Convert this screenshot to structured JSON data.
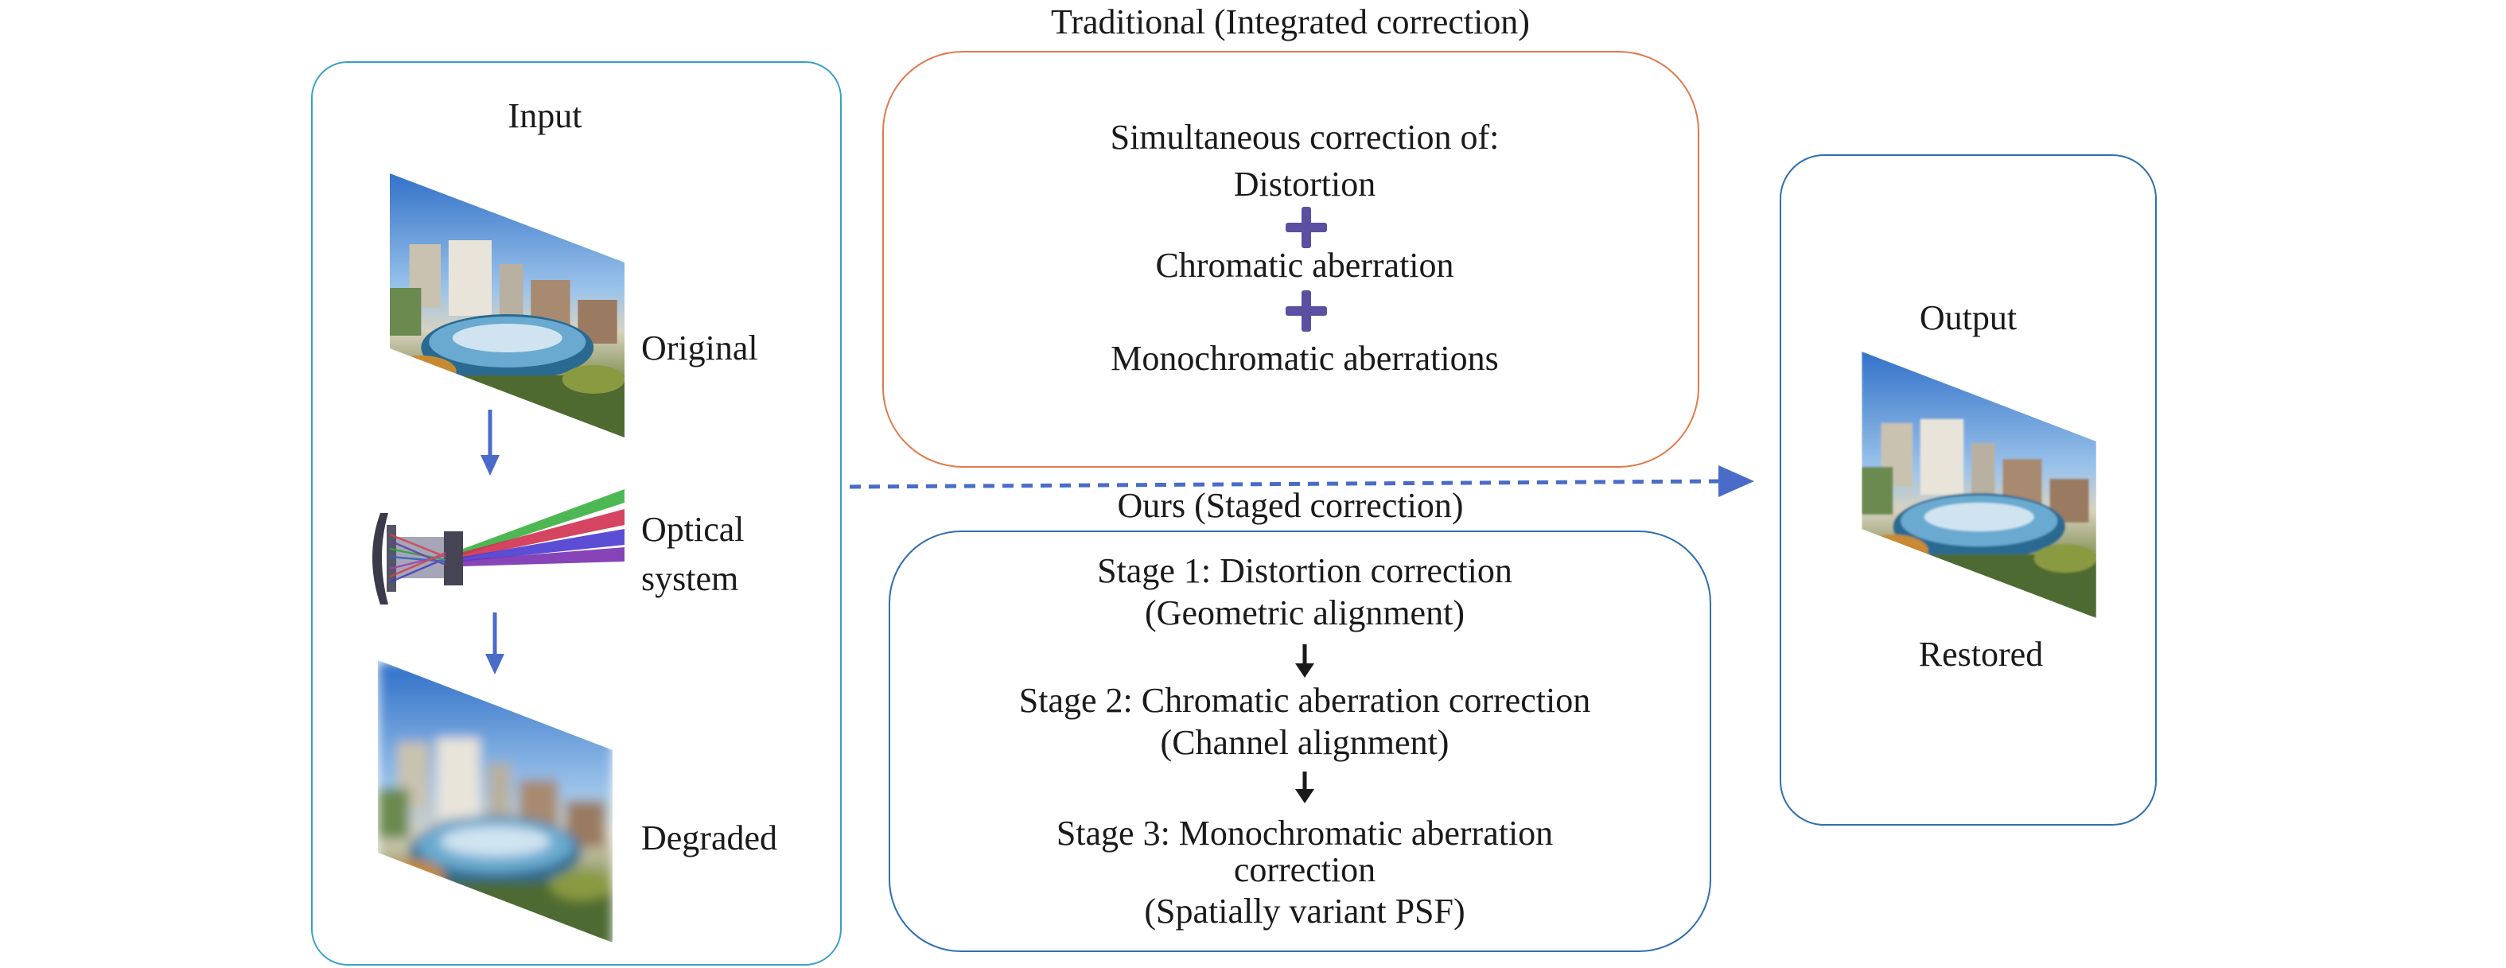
{
  "input_panel": {
    "title": "Input",
    "original_label": "Original",
    "optical_label_line1": "Optical",
    "optical_label_line2": "system",
    "degraded_label": "Degraded"
  },
  "traditional": {
    "caption": "Traditional (Integrated correction)",
    "line1": "Simultaneous correction of:",
    "line2": "Distortion",
    "line3": "Chromatic aberration",
    "line4": "Monochromatic aberrations"
  },
  "ours": {
    "caption": "Ours (Staged correction)",
    "stage1_title": "Stage 1: Distortion correction",
    "stage1_sub": "(Geometric alignment)",
    "stage2_title": "Stage 2: Chromatic aberration correction",
    "stage2_sub": "(Channel alignment)",
    "stage3_title_line1": "Stage 3: Monochromatic aberration",
    "stage3_title_line2": "correction",
    "stage3_sub": "(Spatially variant PSF)"
  },
  "output_panel": {
    "title": "Output",
    "restored_label": "Restored"
  },
  "colors": {
    "input_border": "#3aa0c8",
    "traditional_border": "#e07a4a",
    "ours_border": "#2f6fb0",
    "output_border": "#2f6fb0",
    "arrow_blue": "#4a6cc8",
    "plus_purple": "#5a4fa0",
    "stage_arrow": "#1a1a1a"
  }
}
